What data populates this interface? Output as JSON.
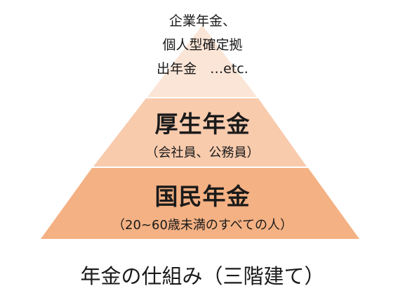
{
  "pyramid": {
    "top_tier": {
      "lines": [
        "企業年金、",
        "個人型確定拠",
        "出年金　…etc."
      ],
      "color": "#FBE5D6"
    },
    "middle_tier": {
      "name": "厚生年金",
      "sub": "（会社員、公務員）",
      "color": "#F8CBAD"
    },
    "bottom_tier": {
      "name": "国民年金",
      "sub": "（20~60歳未満のすべての人）",
      "color": "#F4B183"
    }
  },
  "caption": "年金の仕組み（三階建て）"
}
